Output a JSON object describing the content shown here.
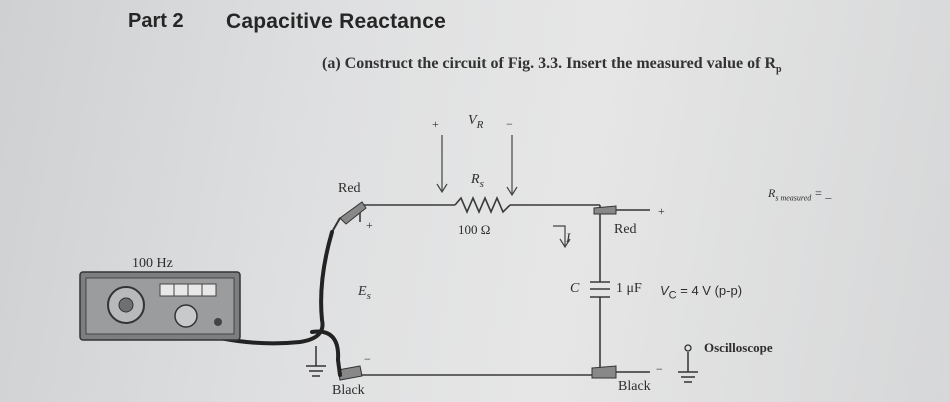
{
  "heading": {
    "part": "Part 2",
    "title": "Capacitive Reactance"
  },
  "instruction": "(a) Construct the circuit of Fig. 3.3. Insert the measured value of R",
  "instruction_subscript": "p",
  "generator": {
    "frequency": "100 Hz"
  },
  "circuit": {
    "vr_label": "V",
    "vr_sub": "R",
    "vr_plus": "+",
    "vr_minus": "−",
    "resistor_label": "R",
    "resistor_sub": "s",
    "resistor_value": "100 Ω",
    "red_left": "Red",
    "red_right": "Red",
    "source_label": "E",
    "source_sub": "s",
    "plus_left": "+",
    "minus_left": "−",
    "plus_right": "+",
    "minus_right": "−",
    "current_label": "I",
    "capacitor_label": "C",
    "capacitor_value": "1 μF",
    "vc_text": "V",
    "vc_sub": "C",
    "vc_value": "= 4 V (p-p)",
    "black_left": "Black",
    "black_right": "Black",
    "oscilloscope": "Oscilloscope",
    "r_measured_label": "R",
    "r_measured_sub": "s measured",
    "r_measured_eq": "= _"
  }
}
